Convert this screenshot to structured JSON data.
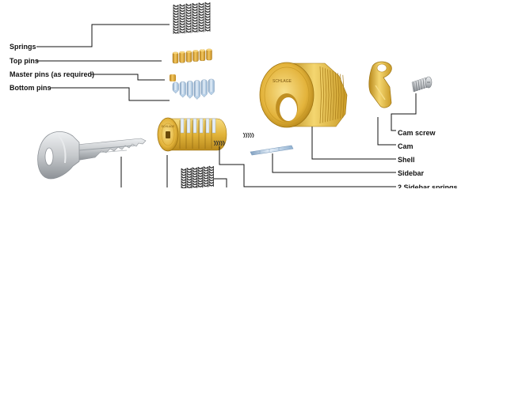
{
  "labels": {
    "springs": "Springs",
    "top_pins": "Top pins",
    "master_pins": "Master pins (as required)",
    "bottom_pins": "Bottom pins",
    "cam_screw": "Cam screw",
    "cam": "Cam",
    "shell": "Shell",
    "sidebar": "Sidebar",
    "sidebar_springs": "2 Sidebar springs"
  },
  "engraving": {
    "shell_brand": "SCHLAGE",
    "plug_brand": "SCHLAGE"
  },
  "colors": {
    "brass": "#e2b43a",
    "brass_dark": "#b98a1c",
    "brass_light": "#f5d97a",
    "nickel": "#c9cccf",
    "nickel_dark": "#8f9499",
    "pin_blue": "#aac8e4",
    "spring": "#2f2f2f",
    "line": "#111111"
  }
}
